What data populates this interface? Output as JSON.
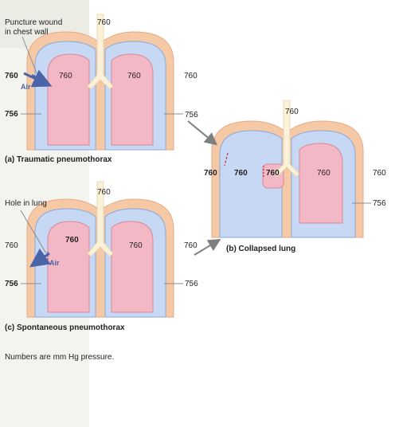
{
  "figure": {
    "footnote": "Numbers are mm Hg pressure.",
    "colors": {
      "chest_wall": "#f6c9a6",
      "chest_wall_stroke": "#e7a984",
      "pleura": "#c7d8f5",
      "pleura_stroke": "#8aa8d8",
      "lung": "#f3b8c6",
      "lung_stroke": "#d88898",
      "airway": "#fbf1d8",
      "arrow": "#4b63a8",
      "leader": "#8c8c8c",
      "text": "#222222"
    },
    "panel_a": {
      "caption": "(a) Traumatic pneumothorax",
      "callout": [
        "Puncture wound",
        "in chest wall"
      ],
      "air_label": "Air",
      "top_value": "760",
      "left_outer_value": "760",
      "left_lower_value": "756",
      "left_lung_value": "760",
      "right_lung_value": "760",
      "right_outer_value": "760",
      "right_lower_value": "756"
    },
    "panel_b": {
      "caption": "(b) Collapsed lung",
      "top_value": "760",
      "left_outer_value": "760",
      "left_pleural_value": "760",
      "collapsed_lung_value": "760",
      "right_lung_value": "760",
      "right_outer_value": "760",
      "right_lower_value": "756"
    },
    "panel_c": {
      "caption": "(c) Spontaneous pneumothorax",
      "callout": [
        "Hole in lung"
      ],
      "air_label": "Air",
      "top_value": "760",
      "left_outer_value": "760",
      "left_lower_value": "756",
      "left_lung_value": "760",
      "right_lung_value": "760",
      "right_outer_value": "760",
      "right_lower_value": "756"
    }
  }
}
